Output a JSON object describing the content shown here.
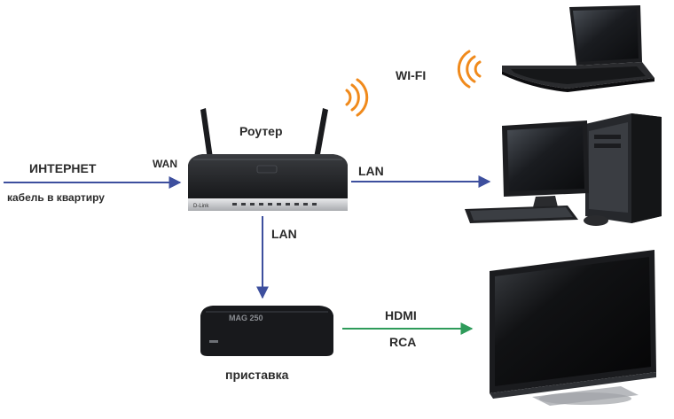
{
  "labels": {
    "internet": "ИНТЕРНЕТ",
    "cable": "кабель в квартиру",
    "wan": "WAN",
    "router": "Роутер",
    "lan_right": "LAN",
    "lan_down": "LAN",
    "wifi": "WI-FI",
    "hdmi": "HDMI",
    "rca": "RCA",
    "settop": "приставка"
  },
  "device_marks": {
    "router_brand": "D-Link",
    "settop_brand": "MAG 250"
  },
  "colors": {
    "arrow_blue": "#3d4f9e",
    "arrow_green": "#2e9b5a",
    "wifi_orange": "#f08a1c",
    "text": "#2b2b2b"
  },
  "icons": [
    "router-icon",
    "laptop-icon",
    "desktop-pc-icon",
    "tv-icon",
    "settop-box-icon",
    "wifi-signal-icon"
  ]
}
